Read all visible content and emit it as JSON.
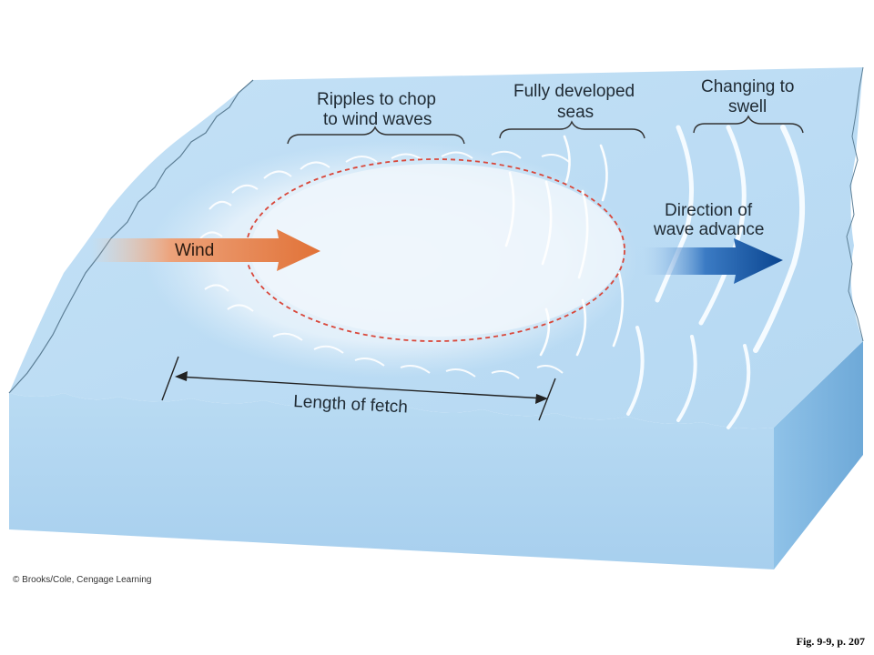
{
  "labels": {
    "ripples_line1": "Ripples to chop",
    "ripples_line2": "to wind waves",
    "developed_line1": "Fully developed",
    "developed_line2": "seas",
    "swell_line1": "Changing to",
    "swell_line2": "swell",
    "direction_line1": "Direction of",
    "direction_line2": "wave advance",
    "wind": "Wind",
    "fetch": "Length of fetch"
  },
  "credit": "© Brooks/Cole, Cengage Learning",
  "figure_ref": "Fig. 9-9, p. 207",
  "colors": {
    "water_top": "#c6e2f6",
    "water_front": "#a9d0ee",
    "water_side": "#7fb8e3",
    "wind_arrow": "#e8804a",
    "direction_arrow": "#0a4a95",
    "fetch_outline": "#d9473a"
  }
}
